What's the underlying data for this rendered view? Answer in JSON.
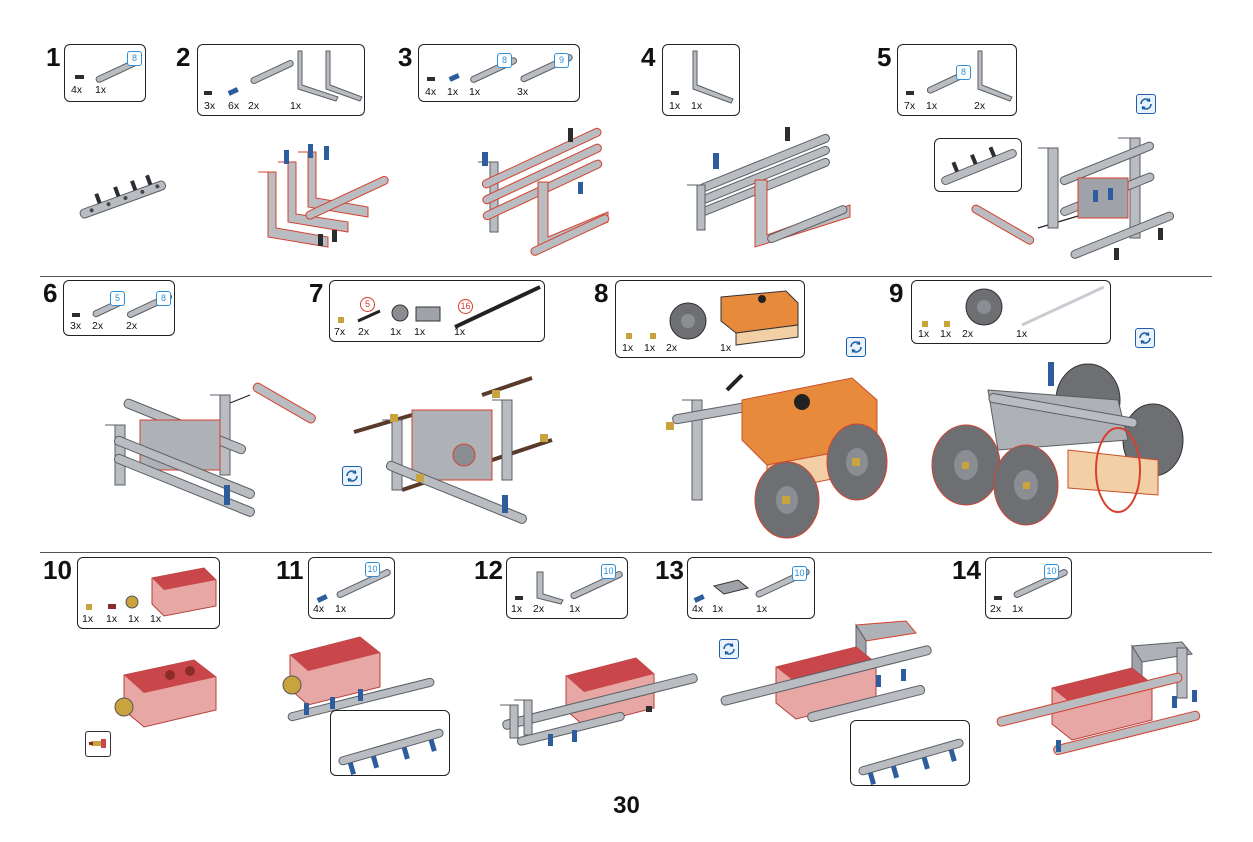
{
  "page_number": "30",
  "steps": [
    {
      "number": "1",
      "quantities": [
        "4x",
        "1x"
      ],
      "labels": [
        "8"
      ]
    },
    {
      "number": "2",
      "quantities": [
        "3x",
        "6x",
        "2x",
        "1x"
      ],
      "labels": []
    },
    {
      "number": "3",
      "quantities": [
        "4x",
        "1x",
        "1x",
        "3x"
      ],
      "labels": [
        "8",
        "9"
      ]
    },
    {
      "number": "4",
      "quantities": [
        "1x",
        "1x"
      ],
      "labels": []
    },
    {
      "number": "5",
      "quantities": [
        "7x",
        "1x",
        "2x"
      ],
      "labels": [
        "8"
      ]
    },
    {
      "number": "6",
      "quantities": [
        "3x",
        "2x",
        "2x"
      ],
      "labels": [
        "5",
        "8"
      ]
    },
    {
      "number": "7",
      "quantities": [
        "7x",
        "2x",
        "1x",
        "1x",
        "1x"
      ],
      "labels": [
        "5",
        "16"
      ]
    },
    {
      "number": "8",
      "quantities": [
        "1x",
        "1x",
        "2x",
        "1x"
      ],
      "labels": []
    },
    {
      "number": "9",
      "quantities": [
        "1x",
        "1x",
        "2x",
        "1x"
      ],
      "labels": []
    },
    {
      "number": "10",
      "quantities": [
        "1x",
        "1x",
        "1x",
        "1x"
      ],
      "labels": []
    },
    {
      "number": "11",
      "quantities": [
        "4x",
        "1x"
      ],
      "labels": [
        "10"
      ]
    },
    {
      "number": "12",
      "quantities": [
        "1x",
        "2x",
        "1x"
      ],
      "labels": [
        "10"
      ]
    },
    {
      "number": "13",
      "quantities": [
        "4x",
        "1x",
        "1x"
      ],
      "labels": [
        "10"
      ]
    },
    {
      "number": "14",
      "quantities": [
        "2x",
        "1x"
      ],
      "labels": [
        "10"
      ]
    }
  ],
  "icons": {
    "rotate": "rotate-model-icon",
    "part_beam": "beam-part-icon",
    "part_pin": "pin-part-icon",
    "part_wheel": "wheel-part-icon",
    "part_battery": "battery-box-icon",
    "part_motor": "motor-icon",
    "part_axle": "axle-part-icon",
    "part_gear": "gear-part-icon"
  },
  "colors": {
    "beam": "#b9bcc1",
    "outline": "#d7402e",
    "label_blue": "#2f8fd8",
    "label_red": "#d83a2a",
    "battery_orange": "#e88a3c",
    "motor_red": "#c9474a",
    "wheel": "#6d6f73",
    "pin_blue": "#2d5d9c"
  }
}
